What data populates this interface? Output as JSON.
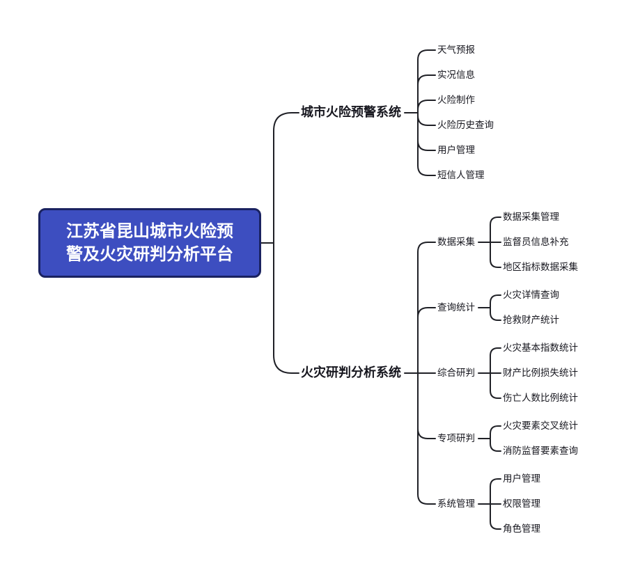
{
  "diagram_type": "mindmap",
  "colors": {
    "root_fill": "#3d4ec0",
    "root_border": "#1a2260",
    "root_text": "#ffffff",
    "line": "#1f2026",
    "node_text": "#17171f",
    "background": "#ffffff"
  },
  "mindmap": {
    "root": {
      "label": "江苏省昆山城市火险预警及火灾研判分析平台",
      "label_line1": "江苏省昆山城市火险预",
      "label_line2": "警及火灾研判分析平台",
      "children": [
        {
          "label": "城市火险预警系统",
          "children": [
            {
              "label": "天气预报"
            },
            {
              "label": "实况信息"
            },
            {
              "label": "火险制作"
            },
            {
              "label": "火险历史查询"
            },
            {
              "label": "用户管理"
            },
            {
              "label": "短信人管理"
            }
          ]
        },
        {
          "label": "火灾研判分析系统",
          "children": [
            {
              "label": "数据采集",
              "children": [
                {
                  "label": "数据采集管理"
                },
                {
                  "label": "监督员信息补充"
                },
                {
                  "label": "地区指标数据采集"
                }
              ]
            },
            {
              "label": "查询统计",
              "children": [
                {
                  "label": "火灾详情查询"
                },
                {
                  "label": "抢救财产统计"
                }
              ]
            },
            {
              "label": "综合研判",
              "children": [
                {
                  "label": "火灾基本指数统计"
                },
                {
                  "label": "财产比例损失统计"
                },
                {
                  "label": "伤亡人数比例统计"
                }
              ]
            },
            {
              "label": "专项研判",
              "children": [
                {
                  "label": "火灾要素交叉统计"
                },
                {
                  "label": "消防监督要素查询"
                }
              ]
            },
            {
              "label": "系统管理",
              "children": [
                {
                  "label": "用户管理"
                },
                {
                  "label": "权限管理"
                },
                {
                  "label": "角色管理"
                }
              ]
            }
          ]
        }
      ]
    }
  }
}
